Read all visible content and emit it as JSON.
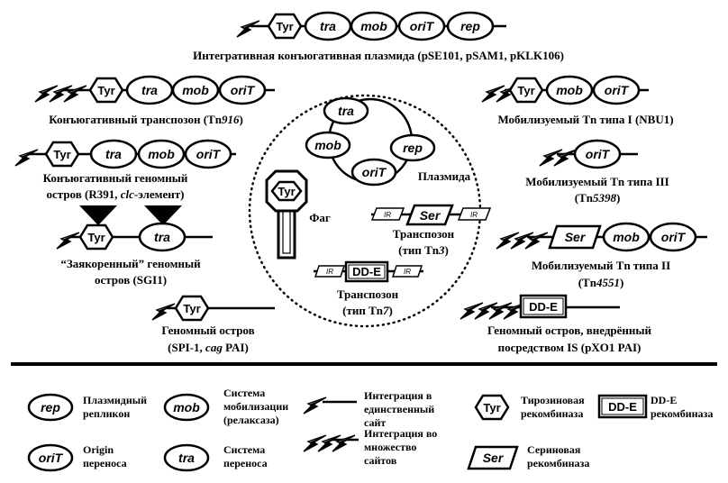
{
  "modules": {
    "tyr": "Tyr",
    "tra": "tra",
    "mob": "mob",
    "oriT": "oriT",
    "rep": "rep",
    "ser": "Ser",
    "dde": "DD-E",
    "ir": "IR"
  },
  "labels": {
    "ice": "Интегративная конъюгативная плазмида (pSE101, pSAM1, pKLK106)",
    "conj_tn": {
      "text": "Конъюгативный транспозон (Tn",
      "italic": "916",
      "end": ")"
    },
    "conj_island_1": "Конъюгативный геномный",
    "conj_island_2": {
      "text": "остров (R391, ",
      "italic": "clc",
      "end": "-элемент)"
    },
    "anchored_1": "“Заякоренный” геномный",
    "anchored_2": "остров (SGI1)",
    "genomic_island_1": "Геномный остров",
    "genomic_island_2": {
      "text": "(SPI-1, ",
      "italic": "cag",
      "end": " PAI)"
    },
    "mob_tn_1": "Мобилизуемый Tn типа I (NBU1)",
    "mob_tn_3_1": "Мобилизуемый Tn типа III",
    "mob_tn_3_2": {
      "text": "(Tn",
      "italic": "5398",
      "end": ")"
    },
    "mob_tn_2_1": "Мобилизуемый Tn типа II",
    "mob_tn_2_2": {
      "text": "(Tn",
      "italic": "4551",
      "end": ")"
    },
    "is_island_1": "Геномный остров, внедрённый",
    "is_island_2": "посредством IS (pXO1 PAI)",
    "plasmid": "Плазмида",
    "phage": "Фаг",
    "tn3_1": "Транспозон",
    "tn3_2": {
      "text": "(тип Tn",
      "italic": "3",
      "end": ")"
    },
    "tn7_1": "Транспозон",
    "tn7_2": {
      "text": "(тип Tn",
      "italic": "7",
      "end": ")"
    }
  },
  "legend": {
    "rep_1": "Плазмидный",
    "rep_2": "репликон",
    "oriT_1": "Origin",
    "oriT_2": "переноса",
    "mob_1": "Система",
    "mob_2": "мобилизации",
    "mob_3": "(релаксаза)",
    "tra_1": "Система",
    "tra_2": "переноса",
    "single_1": "Интеграция в",
    "single_2": "единственный",
    "single_3": "сайт",
    "multi_1": "Интеграция во",
    "multi_2": "множество",
    "multi_3": "сайтов",
    "tyr_1": "Тирозиновая",
    "tyr_2": "рекомбиназа",
    "dde_1": "DD-E",
    "dde_2": "рекомбиназа",
    "ser_1": "Сериновая",
    "ser_2": "рекомбиназа"
  }
}
